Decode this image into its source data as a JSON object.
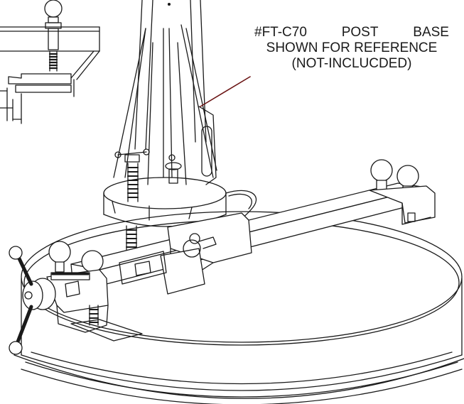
{
  "callout": {
    "line1_words": [
      "#FT-C70",
      "POST",
      "BASE"
    ],
    "line2": "SHOWN FOR REFERENCE",
    "line3": "(NOT-INCLUCDED)"
  },
  "colors": {
    "line": "#1a1a1a",
    "background": "#ffffff",
    "leader": "#6b1414"
  }
}
